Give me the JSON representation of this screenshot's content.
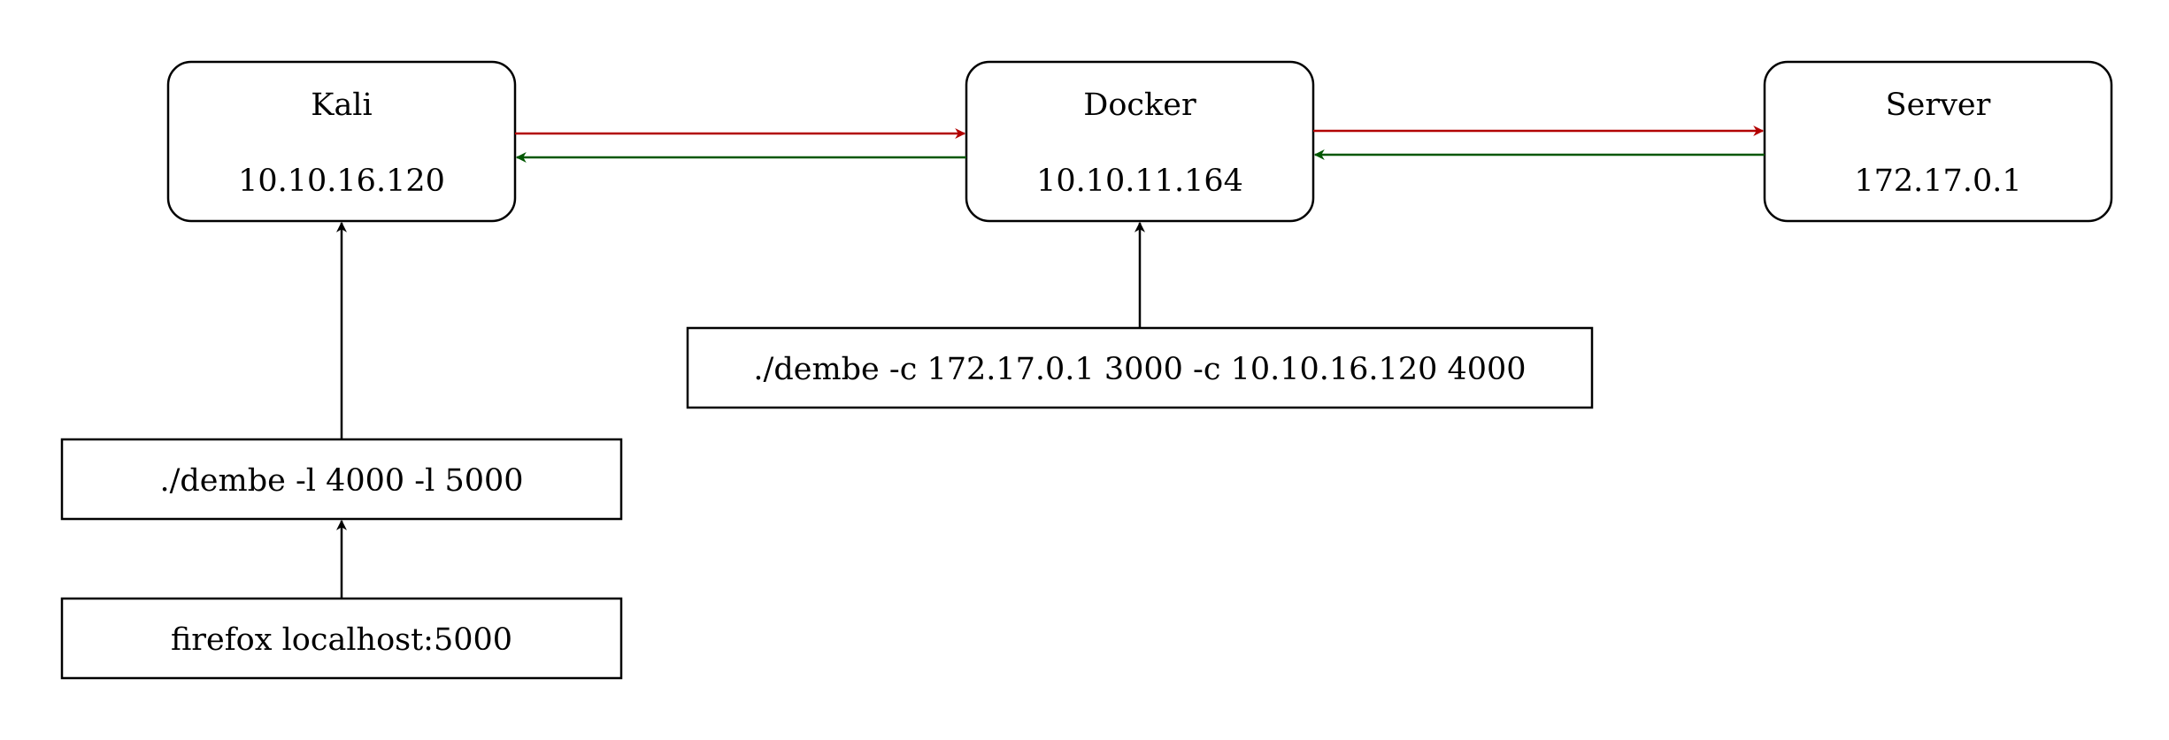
{
  "nodes": {
    "kali": {
      "name": "Kali",
      "ip": "10.10.16.120"
    },
    "docker": {
      "name": "Docker",
      "ip": "10.10.11.164"
    },
    "server": {
      "name": "Server",
      "ip": "172.17.0.1"
    }
  },
  "commands": {
    "kali_listener": "./dembe -l 4000 -l 5000",
    "firefox": "firefox localhost:5000",
    "docker_connector": "./dembe -c 172.17.0.1 3000 -c 10.10.16.120 4000"
  },
  "colors": {
    "forward_arrow": "#B20000",
    "return_arrow": "#005700",
    "command_arrow": "#000000"
  }
}
